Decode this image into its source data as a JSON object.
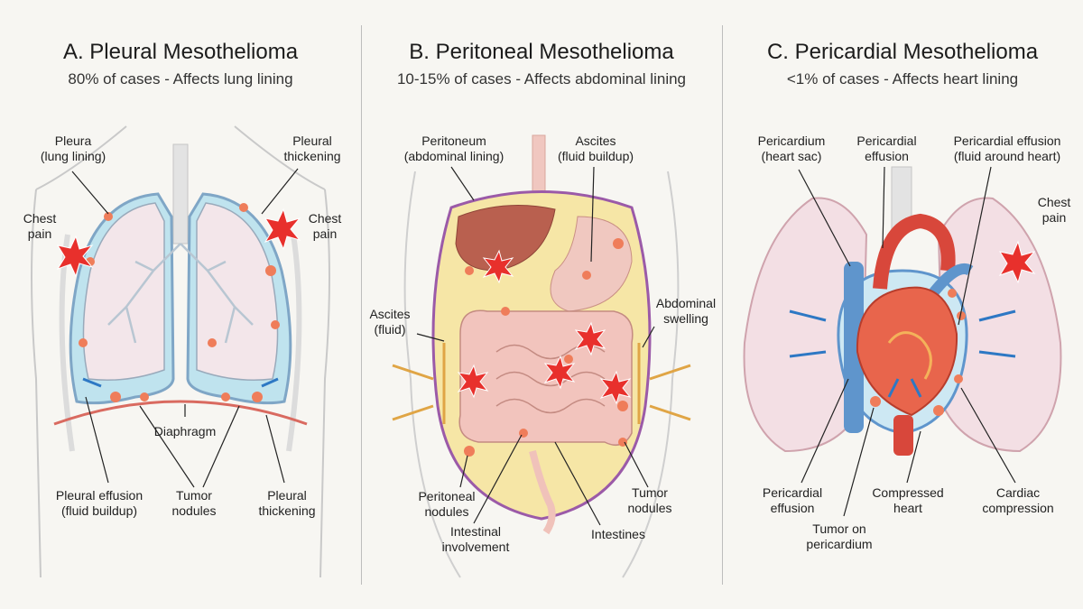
{
  "panels": [
    {
      "title": "A. Pleural Mesothelioma",
      "subtitle": "80% of cases - Affects lung lining",
      "labels": {
        "pleura": [
          "Pleura",
          "(lung lining)"
        ],
        "pleural_thickening_top": [
          "Pleural",
          "thickening"
        ],
        "chest_pain_left": [
          "Chest",
          "pain"
        ],
        "chest_pain_right": [
          "Chest",
          "pain"
        ],
        "diaphragm": [
          "Diaphragm"
        ],
        "pleural_effusion": [
          "Pleural effusion",
          "(fluid buildup)"
        ],
        "tumor_nodules": [
          "Tumor",
          "nodules"
        ],
        "pleural_thickening_bottom": [
          "Pleural",
          "thickening"
        ]
      }
    },
    {
      "title": "B. Peritoneal Mesothelioma",
      "subtitle": "10-15% of cases - Affects abdominal lining",
      "labels": {
        "peritoneum": [
          "Peritoneum",
          "(abdominal lining)"
        ],
        "ascites_top": [
          "Ascites",
          "(fluid buildup)"
        ],
        "ascites_left": [
          "Ascites",
          "(fluid)"
        ],
        "abdominal_swelling": [
          "Abdominal",
          "swelling"
        ],
        "peritoneal_nodules": [
          "Peritoneal",
          "nodules"
        ],
        "intestinal_involvement": [
          "Intestinal",
          "involvement"
        ],
        "intestines": [
          "Intestines"
        ],
        "tumor_nodules": [
          "Tumor",
          "nodules"
        ]
      }
    },
    {
      "title": "C. Pericardial Mesothelioma",
      "subtitle": "<1% of cases - Affects heart lining",
      "labels": {
        "pericardium": [
          "Pericardium",
          "(heart sac)"
        ],
        "pericardial_effusion_top": [
          "Pericardial",
          "effusion"
        ],
        "pericardial_effusion_right": [
          "Pericardial effusion",
          "(fluid around heart)"
        ],
        "chest_pain": [
          "Chest",
          "pain"
        ],
        "pericardial_effusion_bottom": [
          "Pericardial",
          "effusion"
        ],
        "tumor_on_pericardium": [
          "Tumor on",
          "pericardium"
        ],
        "compressed_heart": [
          "Compressed",
          "heart"
        ],
        "cardiac_compression": [
          "Cardiac",
          "compression"
        ]
      }
    }
  ],
  "colors": {
    "background": "#f7f6f2",
    "lung_fill": "#f3e6ea",
    "effusion_blue": "#bfe3ee",
    "tumor_orange": "#ef7d5a",
    "pain_red": "#e8302c",
    "abdomen_yellow": "#f6e6a6",
    "membrane_purple": "#9b5aa8",
    "arrow_gold": "#e0a545",
    "heart_red": "#d8473b",
    "vessel_blue": "#5f95cc"
  }
}
